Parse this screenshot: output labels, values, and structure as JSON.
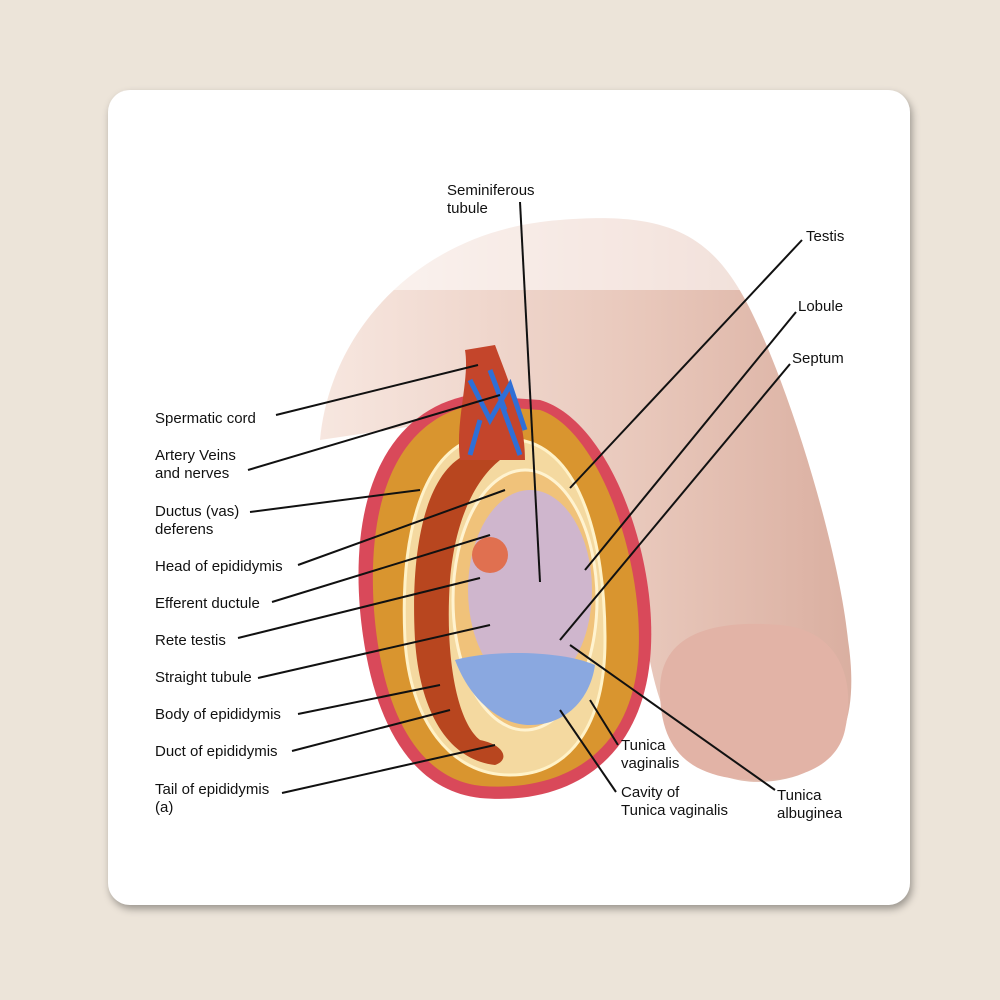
{
  "labels": {
    "seminiferous_tubule": [
      "Seminiferous",
      "tubule"
    ],
    "testis": "Testis",
    "lobule": "Lobule",
    "septum": "Septum",
    "spermatic_cord": "Spermatic cord",
    "artery_veins_nerves": [
      "Artery Veins",
      "and nerves"
    ],
    "ductus_deferens": [
      "Ductus (vas)",
      "deferens"
    ],
    "head_of_epididymis": "Head of epididymis",
    "efferent_ductule": "Efferent ductule",
    "rete_testis": "Rete testis",
    "straight_tubule": "Straight tubule",
    "body_of_epididymis": "Body of epididymis",
    "duct_of_epididymis": "Duct of epididymis",
    "tail_of_epididymis": [
      "Tail of epididymis",
      "(a)"
    ],
    "tunica_vaginalis": [
      "Tunica",
      "vaginalis"
    ],
    "cavity_tunica_vaginalis": [
      "Cavity of",
      "Tunica vaginalis"
    ],
    "tunica_albuginea": [
      "Tunica",
      "albuginea"
    ]
  },
  "colors": {
    "background": "#ece4d9",
    "skin": "#e8c6b8",
    "scrotum_tissue": "#d9952f",
    "outer_layer": "#d9495a",
    "epididymis": "#b8461f",
    "testis": "#c9b4dc",
    "cavity": "#8aa8e0"
  }
}
